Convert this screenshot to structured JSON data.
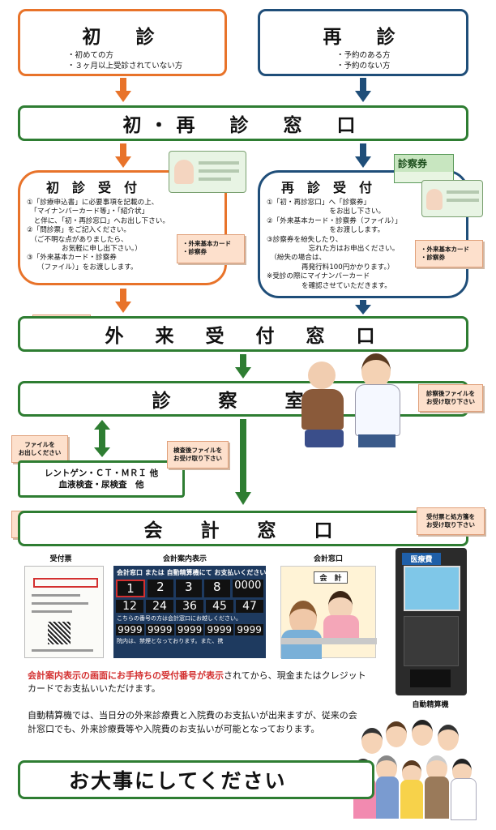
{
  "shoshin": {
    "title": "初　診",
    "items": [
      "・初めての方",
      "・３ヶ月以上受診されていない方"
    ]
  },
  "saishin": {
    "title": "再　診",
    "items": [
      "・予約のある方",
      "・予約のない方"
    ]
  },
  "window1": "初・再　診　窓　口",
  "shoshin_uketsuke": {
    "title": "初　診　受　付",
    "lines": [
      "①「診療申込書」に必要事項を記載の上、",
      "　「マイナンバーカード等」・「紹介状」",
      "　と伴に、「初・再診窓口」へお出し下さい。",
      "②「問診票」をご記入ください。",
      "　（ご不明な点がありましたら、",
      "　　　　　お気軽に申し出下さい。）",
      "③「外来基本カード・診察券",
      "　　（ファイル）」をお渡しします。"
    ],
    "note": [
      "・外来基本カード",
      "・診察券"
    ]
  },
  "saishin_uketsuke": {
    "title": "再　診　受　付",
    "card_label": "診察券",
    "lines": [
      "①「初・再診窓口」へ「診察券」",
      "　　　　　　　　　をお出し下さい。",
      "②「外来基本カード・診察券（ファイル）」",
      "　　　　　　　　　をお渡しします。",
      "③診察券を紛失したり、",
      "　　　　　　忘れた方はお申出ください。",
      "　（紛失の場合は、",
      "　　　　　再発行料100円かかります。）",
      "※受診の際にマイナンバーカード",
      "　　　　　を確認させていただきます。"
    ],
    "note": [
      "・外来基本カード",
      "・診察券"
    ]
  },
  "file_note": [
    "ファイルを",
    "お出しください"
  ],
  "window2": "外　来　受　付　窓　口",
  "shinsatsushitsu": "診　察　室",
  "after_exam_note": [
    "診察後ファイルを",
    "お受け取り下さい"
  ],
  "kensa": {
    "line1": "レントゲン・ＣＴ・ＭＲＩ 他",
    "line2": "血液検査・尿検査　他"
  },
  "kensa_note": [
    "検査後ファイルを",
    "お受け取り下さい"
  ],
  "window3": "会　計　窓　口",
  "uketsuke_note": [
    "受付票と処方箋を",
    "お受け取り下さい"
  ],
  "captions": {
    "ticket": "受付票",
    "display": "会計案内表示",
    "counter": "会計窓口",
    "machine": "自動精算機"
  },
  "display": {
    "header": "会計窓口 または 自動精算機にて お支払いください",
    "row1": [
      "1",
      "2",
      "3",
      "8",
      "0000"
    ],
    "row2": [
      "12",
      "24",
      "36",
      "45",
      "47"
    ],
    "sub": "こちらの番号の方は会計窓口にお越しください。",
    "row3": [
      "9999",
      "9999",
      "9999",
      "9999",
      "9999"
    ],
    "footer": "院内は、禁煙となっております。また、携"
  },
  "counter_sign": "会　計",
  "machine_sign": "医療費",
  "paragraph1_red": "会計案内表示の画面にお手持ちの受付番号が表示",
  "paragraph1_rest": "されてから、現金またはクレジットカードでお支払いいただけます。",
  "paragraph2": "自動精算機では、当日分の外来診療費と入院費のお支払いが出来ますが、従来の会計窓口でも、外来診療費等や入院費のお支払いが可能となっております。",
  "footer": "お大事にしてください",
  "colors": {
    "orange": "#e8732a",
    "blue": "#1f4e79",
    "green": "#2e7d32",
    "red": "#d32f2f"
  }
}
